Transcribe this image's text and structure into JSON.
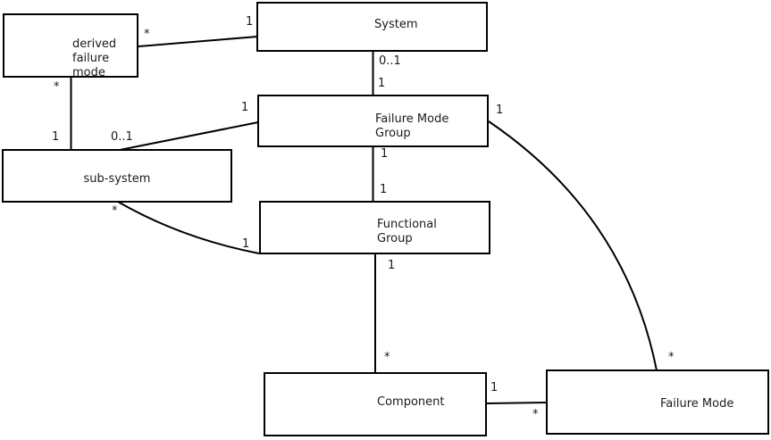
{
  "diagram": {
    "type": "uml-class-association-diagram",
    "colors": {
      "line": "#000000",
      "background": "#ffffff",
      "text": "#1a1a1a"
    },
    "nodes": [
      {
        "id": "derived-failure-mode",
        "label": "derived\nfailure\nmode"
      },
      {
        "id": "system",
        "label": "System"
      },
      {
        "id": "failure-mode-group",
        "label": "Failure Mode\nGroup"
      },
      {
        "id": "sub-system",
        "label": "sub-system"
      },
      {
        "id": "functional-group",
        "label": "Functional\nGroup"
      },
      {
        "id": "component",
        "label": "Component"
      },
      {
        "id": "failure-mode",
        "label": "Failure Mode"
      }
    ],
    "edges": [
      {
        "from": "derived failure mode",
        "to": "System",
        "source_label": "*",
        "target_label": "1"
      },
      {
        "from": "System",
        "to": "Failure Mode Group",
        "source_label": "0..1",
        "target_label": "1"
      },
      {
        "from": "derived failure mode",
        "to": "sub-system",
        "source_label": "*",
        "target_label": "1"
      },
      {
        "from": "sub-system",
        "to": "Failure Mode Group",
        "source_label": "0..1",
        "target_label": "1"
      },
      {
        "from": "Failure Mode Group",
        "to": "Functional Group",
        "source_label": "1",
        "target_label": "1"
      },
      {
        "from": "sub-system",
        "to": "Functional Group",
        "source_label": "*",
        "target_label": "1"
      },
      {
        "from": "Functional Group",
        "to": "Component",
        "source_label": "1",
        "target_label": "*"
      },
      {
        "from": "Component",
        "to": "Failure Mode",
        "source_label": "1",
        "target_label": "*"
      },
      {
        "from": "Failure Mode Group",
        "to": "Failure Mode",
        "source_label": "1",
        "target_label": "*"
      }
    ]
  }
}
